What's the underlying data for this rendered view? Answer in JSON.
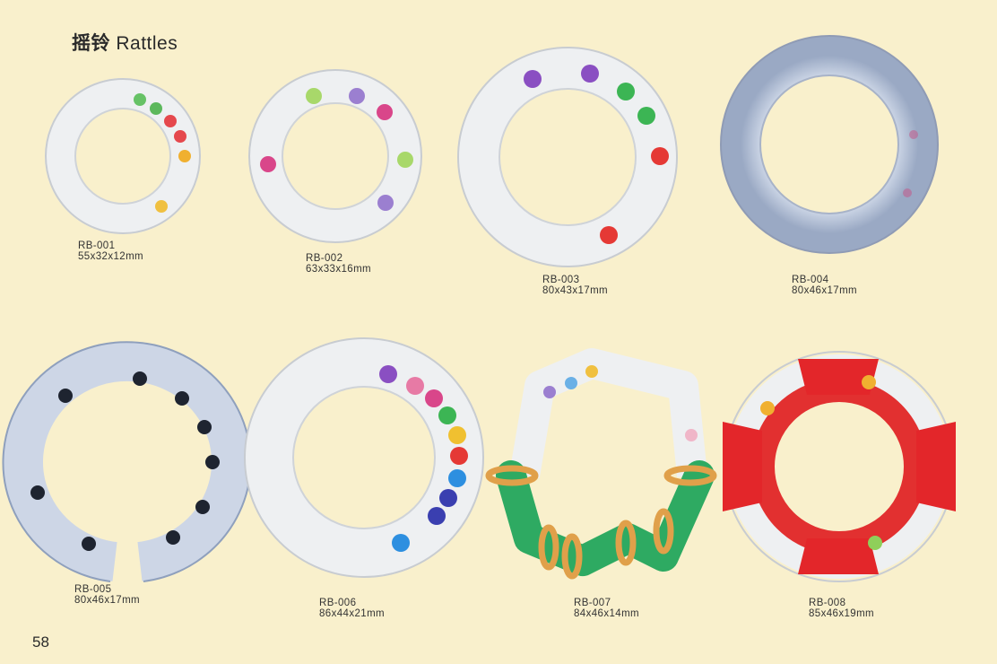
{
  "header": {
    "title_zh": "摇铃",
    "title_en": "Rattles"
  },
  "page_number": "58",
  "products": [
    {
      "code": "RB-001",
      "size": "55x32x12mm"
    },
    {
      "code": "RB-002",
      "size": "63x33x16mm"
    },
    {
      "code": "RB-003",
      "size": "80x43x17mm"
    },
    {
      "code": "RB-004",
      "size": "80x46x17mm"
    },
    {
      "code": "RB-005",
      "size": "80x46x17mm"
    },
    {
      "code": "RB-006",
      "size": "86x44x21mm"
    },
    {
      "code": "RB-007",
      "size": "84x46x14mm"
    },
    {
      "code": "RB-008",
      "size": "85x46x19mm"
    }
  ],
  "colors": {
    "background": "#f9f0cc",
    "text": "#2a2a2a"
  }
}
